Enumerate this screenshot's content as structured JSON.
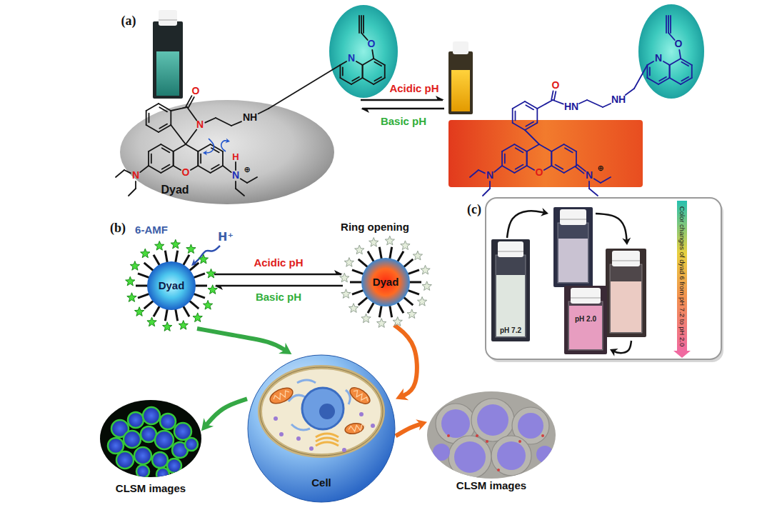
{
  "diagram": {
    "nodes": [
      {
        "text": [
          "Dyad"
        ]
      },
      {
        "text": [
          "Dyad"
        ]
      },
      {
        "text": [
          "Dyad"
        ]
      },
      {
        "text": [
          "pH 7.2",
          "pH 2.0",
          "Color changes of dyad 6 from pH 7.2 to pH 2.0"
        ]
      },
      {
        "text": [
          "Cell"
        ]
      },
      {
        "text": [
          "CLSM images"
        ]
      },
      {
        "text": [
          "CLSM images"
        ]
      }
    ],
    "edges": [
      {
        "from": 1,
        "to": 2,
        "label": "Acidic pH",
        "arrow": "to"
      },
      {
        "from": 2,
        "to": 1,
        "label": "Basic pH",
        "arrow": "to"
      },
      {
        "from": 1,
        "to": 4,
        "arrow": "to"
      },
      {
        "from": 2,
        "to": 4,
        "arrow": "to"
      },
      {
        "from": 4,
        "to": 5,
        "arrow": "to"
      },
      {
        "from": 4,
        "to": 6,
        "arrow": "to"
      }
    ],
    "labels": [
      "(a)",
      "O",
      "N",
      "NH",
      "N",
      "O",
      "N",
      "O",
      "H",
      "N",
      "⊕",
      "Acidic pH",
      "Basic pH",
      "O",
      "HN",
      "NH",
      "N",
      "O",
      "N",
      "O",
      "N",
      "⊕",
      "(b)",
      "6-AMF",
      "H⁺",
      "Ring opening",
      "(c)"
    ]
  }
}
